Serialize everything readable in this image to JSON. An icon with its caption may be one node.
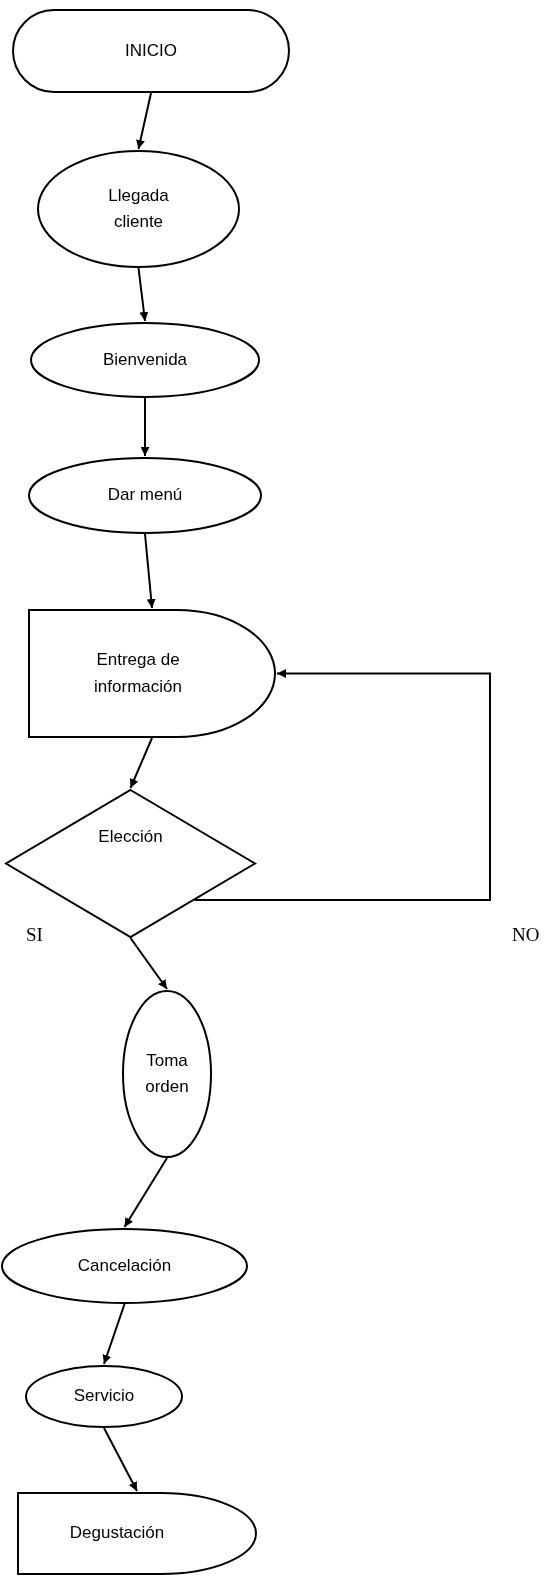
{
  "diagram": {
    "nodes": [
      {
        "text": [
          "INICIO"
        ]
      },
      {
        "text": [
          "Llegada cliente"
        ]
      },
      {
        "text": [
          "Bienvenida"
        ]
      },
      {
        "text": [
          "Dar menú"
        ]
      },
      {
        "text": [
          "Entrega de información"
        ]
      },
      {
        "text": [
          "Elección"
        ]
      },
      {
        "text": [
          "Toma orden"
        ]
      },
      {
        "text": [
          "Cancelación"
        ]
      },
      {
        "text": [
          "Servicio"
        ]
      },
      {
        "text": [
          "Degustación"
        ]
      }
    ],
    "edges": [
      {
        "from": 0,
        "to": 1,
        "arrow": "to"
      },
      {
        "from": 1,
        "to": 2,
        "arrow": "to"
      },
      {
        "from": 2,
        "to": 3,
        "arrow": "to"
      },
      {
        "from": 3,
        "to": 4,
        "arrow": "to"
      },
      {
        "from": 4,
        "to": 5,
        "arrow": "to"
      },
      {
        "from": 5,
        "to": 4,
        "arrow": "to"
      },
      {
        "from": 5,
        "to": 6,
        "arrow": "to"
      },
      {
        "from": 6,
        "to": 7,
        "arrow": "to"
      },
      {
        "from": 7,
        "to": 8,
        "arrow": "to"
      },
      {
        "from": 8,
        "to": 9,
        "arrow": "to"
      }
    ],
    "labels": [
      "SI",
      "NO"
    ]
  }
}
